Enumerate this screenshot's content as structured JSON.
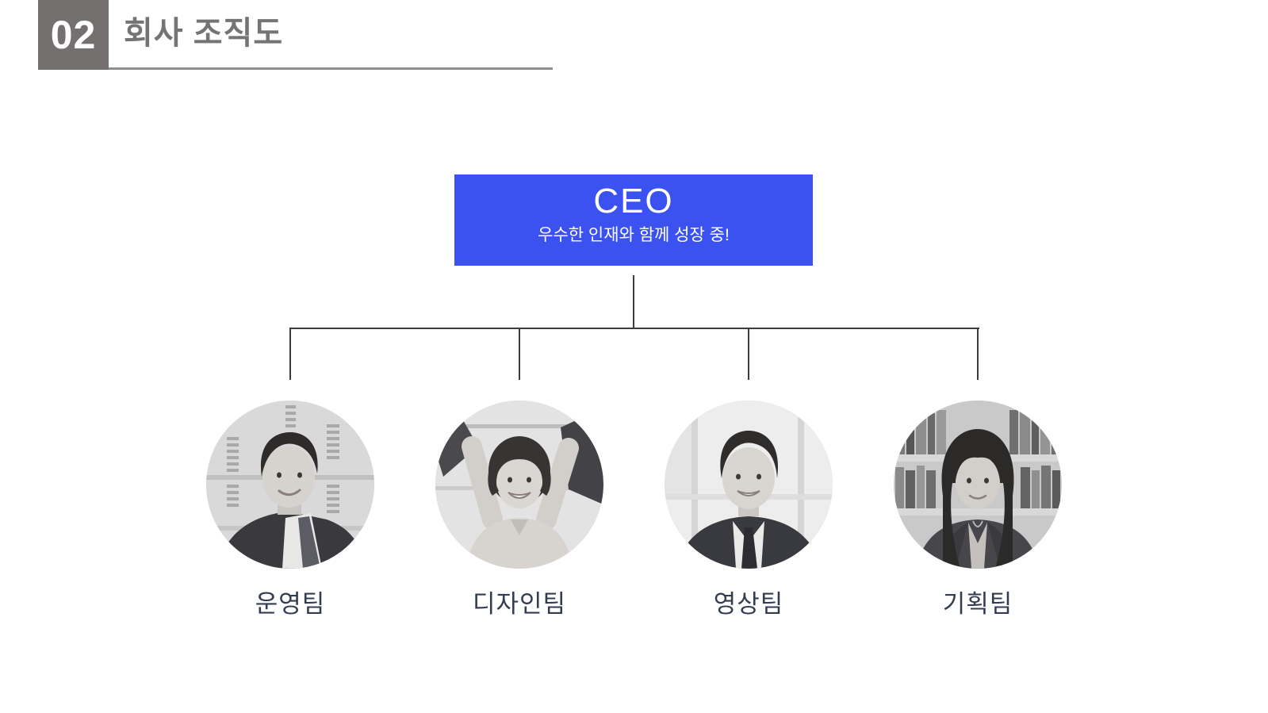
{
  "header": {
    "section_number": "02",
    "title": "회사 조직도"
  },
  "org_chart": {
    "root": {
      "label": "CEO",
      "subtitle": "우수한 인재와 함께 성장 중!"
    },
    "teams": [
      {
        "label": "운영팀",
        "photo": "grayscale-portrait-man-suit-office-blinds"
      },
      {
        "label": "디자인팀",
        "photo": "grayscale-portrait-woman-short-hair-arms-raised"
      },
      {
        "label": "영상팀",
        "photo": "grayscale-portrait-man-suit-bright-window"
      },
      {
        "label": "기획팀",
        "photo": "grayscale-portrait-woman-blazer-bookshelf"
      }
    ]
  },
  "colors": {
    "accent_blue": "#3b52f0",
    "badge_gray": "#757070",
    "title_gray": "#747474",
    "underline_gray": "#8f8f8f",
    "connector_line": "#3c3c3c",
    "team_label_navy": "#333c51",
    "background": "#ffffff"
  }
}
